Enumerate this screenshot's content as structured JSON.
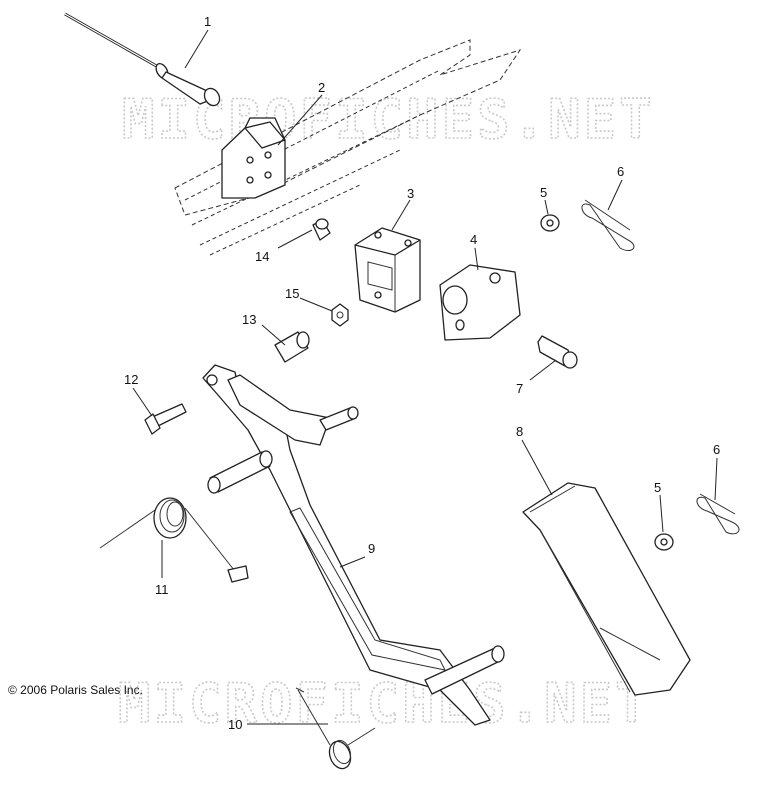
{
  "watermark": "MICROFICHES.NET",
  "copyright": "© 2006 Polaris Sales Inc.",
  "callouts": [
    {
      "id": "1",
      "label": "1"
    },
    {
      "id": "2",
      "label": "2"
    },
    {
      "id": "3",
      "label": "3"
    },
    {
      "id": "4",
      "label": "4"
    },
    {
      "id": "5a",
      "label": "5"
    },
    {
      "id": "6a",
      "label": "6"
    },
    {
      "id": "7",
      "label": "7"
    },
    {
      "id": "8",
      "label": "8"
    },
    {
      "id": "5b",
      "label": "5"
    },
    {
      "id": "6b",
      "label": "6"
    },
    {
      "id": "9",
      "label": "9"
    },
    {
      "id": "10",
      "label": "10"
    },
    {
      "id": "11",
      "label": "11"
    },
    {
      "id": "12",
      "label": "12"
    },
    {
      "id": "13",
      "label": "13"
    },
    {
      "id": "14",
      "label": "14"
    },
    {
      "id": "15",
      "label": "15"
    }
  ]
}
